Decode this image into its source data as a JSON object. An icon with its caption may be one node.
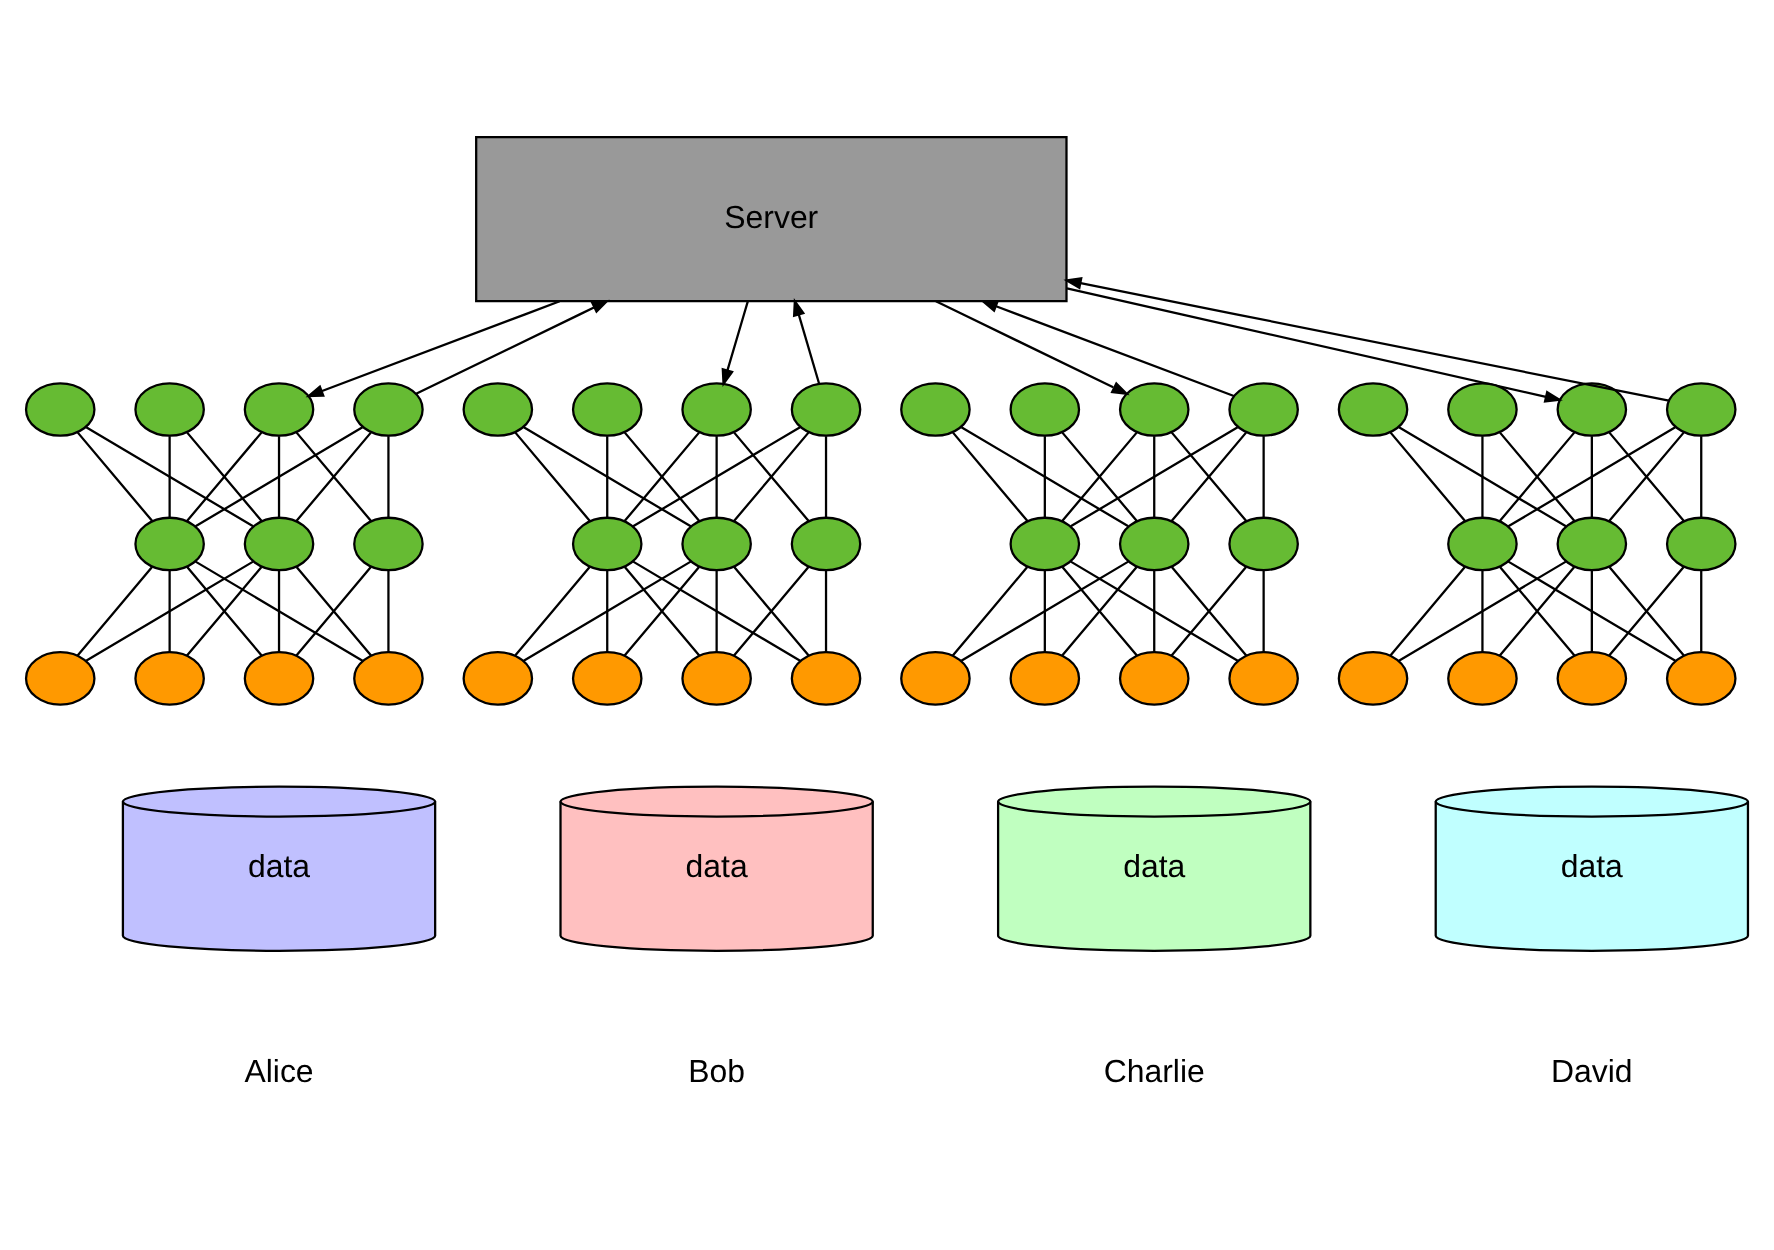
{
  "diagram": {
    "nodes": [
      {
        "text": [
          "Server"
        ]
      },
      {
        "text": [],
        "shape": "circle"
      },
      {
        "text": [],
        "shape": "circle"
      },
      {
        "text": [],
        "shape": "circle"
      },
      {
        "text": [],
        "shape": "circle"
      },
      {
        "text": [],
        "shape": "circle"
      },
      {
        "text": [],
        "shape": "circle"
      },
      {
        "text": [],
        "shape": "circle"
      },
      {
        "text": [],
        "shape": "circle"
      },
      {
        "text": [],
        "shape": "circle"
      },
      {
        "text": [],
        "shape": "circle"
      },
      {
        "text": [],
        "shape": "circle"
      },
      {
        "text": [],
        "shape": "circle"
      },
      {
        "text": [],
        "shape": "circle"
      },
      {
        "text": [],
        "shape": "circle"
      },
      {
        "text": [],
        "shape": "circle"
      },
      {
        "text": [],
        "shape": "circle"
      },
      {
        "text": [],
        "shape": "circle"
      },
      {
        "text": [],
        "shape": "circle"
      },
      {
        "text": [],
        "shape": "circle"
      },
      {
        "text": [],
        "shape": "circle"
      },
      {
        "text": [],
        "shape": "circle"
      },
      {
        "text": [],
        "shape": "circle"
      },
      {
        "text": [],
        "shape": "circle"
      },
      {
        "text": [],
        "shape": "circle"
      },
      {
        "text": [],
        "shape": "circle"
      },
      {
        "text": [],
        "shape": "circle"
      },
      {
        "text": [],
        "shape": "circle"
      },
      {
        "text": [],
        "shape": "circle"
      },
      {
        "text": [],
        "shape": "circle"
      },
      {
        "text": [],
        "shape": "circle"
      },
      {
        "text": [],
        "shape": "circle"
      },
      {
        "text": [],
        "shape": "circle"
      },
      {
        "text": [],
        "shape": "circle"
      },
      {
        "text": [],
        "shape": "circle"
      },
      {
        "text": [],
        "shape": "circle"
      },
      {
        "text": [],
        "shape": "circle"
      },
      {
        "text": [],
        "shape": "circle"
      },
      {
        "text": [],
        "shape": "circle"
      },
      {
        "text": [],
        "shape": "circle"
      },
      {
        "text": [],
        "shape": "circle"
      },
      {
        "text": [],
        "shape": "circle"
      },
      {
        "text": [],
        "shape": "circle"
      },
      {
        "text": [],
        "shape": "circle"
      },
      {
        "text": [],
        "shape": "circle"
      },
      {
        "text": [
          "data"
        ],
        "beside": [
          "Alice"
        ]
      },
      {
        "text": [
          "data"
        ],
        "beside": [
          "Bob"
        ]
      },
      {
        "text": [
          "data"
        ],
        "beside": [
          "Charlie"
        ]
      },
      {
        "text": [
          "data"
        ],
        "beside": [
          "David"
        ]
      }
    ],
    "edges": [
      {
        "from": 0,
        "to": 2,
        "arrow": "to"
      },
      {
        "from": 3,
        "to": 0,
        "arrow": "to"
      },
      {
        "from": 0,
        "to": 13,
        "arrow": "to"
      },
      {
        "from": 14,
        "to": 0,
        "arrow": "to"
      },
      {
        "from": 0,
        "to": 24,
        "arrow": "to"
      },
      {
        "from": 25,
        "to": 0,
        "arrow": "to"
      },
      {
        "from": 0,
        "to": 35,
        "arrow": "to"
      },
      {
        "from": 36,
        "to": 0,
        "arrow": "to"
      },
      {
        "from": 1,
        "to": 5,
        "arrow": "none"
      },
      {
        "from": 1,
        "to": 7,
        "arrow": "none"
      },
      {
        "from": 2,
        "to": 5,
        "arrow": "none"
      },
      {
        "from": 2,
        "to": 6,
        "arrow": "none"
      },
      {
        "from": 2,
        "to": 7,
        "arrow": "none"
      },
      {
        "from": 3,
        "to": 5,
        "arrow": "none"
      },
      {
        "from": 3,
        "to": 6,
        "arrow": "none"
      },
      {
        "from": 3,
        "to": 7,
        "arrow": "none"
      },
      {
        "from": 4,
        "to": 5,
        "arrow": "none"
      },
      {
        "from": 4,
        "to": 7,
        "arrow": "none"
      },
      {
        "from": 5,
        "to": 8,
        "arrow": "none"
      },
      {
        "from": 5,
        "to": 9,
        "arrow": "none"
      },
      {
        "from": 5,
        "to": 10,
        "arrow": "none"
      },
      {
        "from": 5,
        "to": 11,
        "arrow": "none"
      },
      {
        "from": 6,
        "to": 9,
        "arrow": "none"
      },
      {
        "from": 6,
        "to": 10,
        "arrow": "none"
      },
      {
        "from": 7,
        "to": 8,
        "arrow": "none"
      },
      {
        "from": 7,
        "to": 9,
        "arrow": "none"
      },
      {
        "from": 7,
        "to": 10,
        "arrow": "none"
      },
      {
        "from": 7,
        "to": 11,
        "arrow": "none"
      },
      {
        "from": 12,
        "to": 16,
        "arrow": "none"
      },
      {
        "from": 12,
        "to": 18,
        "arrow": "none"
      },
      {
        "from": 13,
        "to": 16,
        "arrow": "none"
      },
      {
        "from": 13,
        "to": 17,
        "arrow": "none"
      },
      {
        "from": 13,
        "to": 18,
        "arrow": "none"
      },
      {
        "from": 14,
        "to": 16,
        "arrow": "none"
      },
      {
        "from": 14,
        "to": 17,
        "arrow": "none"
      },
      {
        "from": 14,
        "to": 18,
        "arrow": "none"
      },
      {
        "from": 15,
        "to": 16,
        "arrow": "none"
      },
      {
        "from": 15,
        "to": 18,
        "arrow": "none"
      },
      {
        "from": 16,
        "to": 19,
        "arrow": "none"
      },
      {
        "from": 16,
        "to": 20,
        "arrow": "none"
      },
      {
        "from": 16,
        "to": 21,
        "arrow": "none"
      },
      {
        "from": 16,
        "to": 22,
        "arrow": "none"
      },
      {
        "from": 17,
        "to": 20,
        "arrow": "none"
      },
      {
        "from": 17,
        "to": 21,
        "arrow": "none"
      },
      {
        "from": 18,
        "to": 19,
        "arrow": "none"
      },
      {
        "from": 18,
        "to": 20,
        "arrow": "none"
      },
      {
        "from": 18,
        "to": 21,
        "arrow": "none"
      },
      {
        "from": 18,
        "to": 22,
        "arrow": "none"
      },
      {
        "from": 23,
        "to": 27,
        "arrow": "none"
      },
      {
        "from": 23,
        "to": 29,
        "arrow": "none"
      },
      {
        "from": 24,
        "to": 27,
        "arrow": "none"
      },
      {
        "from": 24,
        "to": 28,
        "arrow": "none"
      },
      {
        "from": 24,
        "to": 29,
        "arrow": "none"
      },
      {
        "from": 25,
        "to": 27,
        "arrow": "none"
      },
      {
        "from": 25,
        "to": 28,
        "arrow": "none"
      },
      {
        "from": 25,
        "to": 29,
        "arrow": "none"
      },
      {
        "from": 26,
        "to": 27,
        "arrow": "none"
      },
      {
        "from": 26,
        "to": 29,
        "arrow": "none"
      },
      {
        "from": 27,
        "to": 30,
        "arrow": "none"
      },
      {
        "from": 27,
        "to": 31,
        "arrow": "none"
      },
      {
        "from": 27,
        "to": 32,
        "arrow": "none"
      },
      {
        "from": 27,
        "to": 33,
        "arrow": "none"
      },
      {
        "from": 28,
        "to": 31,
        "arrow": "none"
      },
      {
        "from": 28,
        "to": 32,
        "arrow": "none"
      },
      {
        "from": 29,
        "to": 30,
        "arrow": "none"
      },
      {
        "from": 29,
        "to": 31,
        "arrow": "none"
      },
      {
        "from": 29,
        "to": 32,
        "arrow": "none"
      },
      {
        "from": 29,
        "to": 33,
        "arrow": "none"
      },
      {
        "from": 34,
        "to": 38,
        "arrow": "none"
      },
      {
        "from": 34,
        "to": 40,
        "arrow": "none"
      },
      {
        "from": 35,
        "to": 38,
        "arrow": "none"
      },
      {
        "from": 35,
        "to": 39,
        "arrow": "none"
      },
      {
        "from": 35,
        "to": 40,
        "arrow": "none"
      },
      {
        "from": 36,
        "to": 38,
        "arrow": "none"
      },
      {
        "from": 36,
        "to": 39,
        "arrow": "none"
      },
      {
        "from": 36,
        "to": 40,
        "arrow": "none"
      },
      {
        "from": 37,
        "to": 38,
        "arrow": "none"
      },
      {
        "from": 37,
        "to": 40,
        "arrow": "none"
      },
      {
        "from": 38,
        "to": 41,
        "arrow": "none"
      },
      {
        "from": 38,
        "to": 42,
        "arrow": "none"
      },
      {
        "from": 38,
        "to": 43,
        "arrow": "none"
      },
      {
        "from": 38,
        "to": 44,
        "arrow": "none"
      },
      {
        "from": 39,
        "to": 42,
        "arrow": "none"
      },
      {
        "from": 39,
        "to": 43,
        "arrow": "none"
      },
      {
        "from": 40,
        "to": 41,
        "arrow": "none"
      },
      {
        "from": 40,
        "to": 42,
        "arrow": "none"
      },
      {
        "from": 40,
        "to": 43,
        "arrow": "none"
      },
      {
        "from": 40,
        "to": 44,
        "arrow": "none"
      }
    ]
  }
}
